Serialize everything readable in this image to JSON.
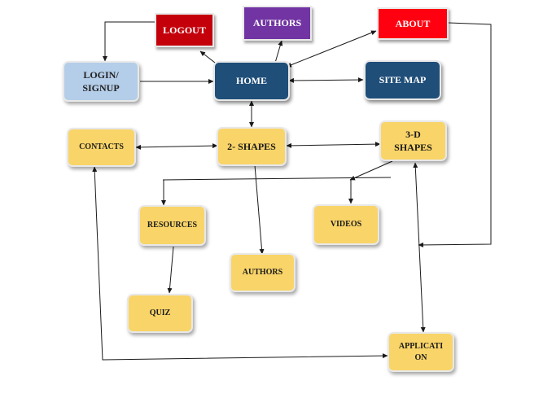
{
  "nodes": {
    "logout": "LOGOUT",
    "authors_top": "AUTHORS",
    "about": "ABOUT",
    "login_l1": "LOGIN/",
    "login_l2": "SIGNUP",
    "home": "HOME",
    "site_map": "SITE MAP",
    "contacts": "CONTACTS",
    "shapes_2d": "2- SHAPES",
    "shapes_3d_l1": "3-D",
    "shapes_3d_l2": "SHAPES",
    "resources": "RESOURCES",
    "videos": "VIDEOS",
    "authors_mid": "AUTHORS",
    "quiz": "QUIZ",
    "application_l1": "APPLICATI",
    "application_l2": "ON"
  },
  "colors": {
    "logout": "#c4000b",
    "about": "#ff0010",
    "authors_top": "#7134a2",
    "home": "#1f4e79",
    "login": "#b4cde8",
    "content": "#f9d468",
    "connector": "#1a1a1a"
  }
}
